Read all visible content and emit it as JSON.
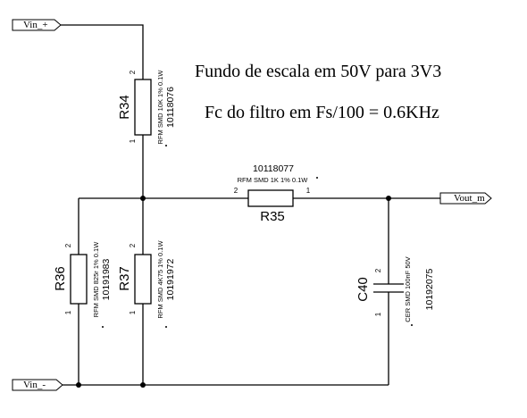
{
  "notes": {
    "full_scale": "Fundo de escala em 50V para 3V3",
    "cutoff": "Fc do filtro em Fs/100 = 0.6KHz"
  },
  "ports": {
    "vin_plus": "Vin_+",
    "vin_minus": "Vin_-",
    "vout": "Vout_m"
  },
  "components": {
    "r34": {
      "ref": "R34",
      "desc": "RFM SMD 10K 1% 0.1W",
      "code": "10118076",
      "pin_top": "2",
      "pin_bottom": "1"
    },
    "r35": {
      "ref": "R35",
      "desc": "RFM SMD 1K 1% 0.1W",
      "code": "10118077",
      "pin_left": "2",
      "pin_right": "1"
    },
    "r36": {
      "ref": "R36",
      "desc": "RFM SMD 825r 1% 0.1W",
      "code": "10191983",
      "pin_top": "2",
      "pin_bottom": "1"
    },
    "r37": {
      "ref": "R37",
      "desc": "RFM SMD 4K75 1% 0.1W",
      "code": "10191972",
      "pin_top": "2",
      "pin_bottom": "1"
    },
    "c40": {
      "ref": "C40",
      "desc": "CER SMD 100nF 50V",
      "code": "10192075",
      "pin_top": "2",
      "pin_bottom": "1"
    }
  }
}
